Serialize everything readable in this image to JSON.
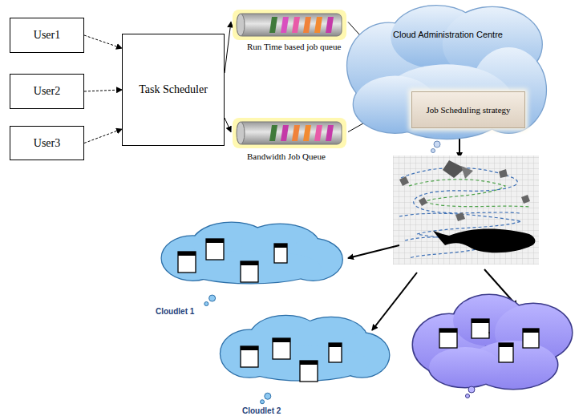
{
  "diagram": {
    "nodes": [
      {
        "text": [
          "User1"
        ]
      },
      {
        "text": [
          "User2"
        ]
      },
      {
        "text": [
          "User3"
        ]
      },
      {
        "text": [
          "Task Scheduler"
        ]
      },
      {
        "text": [
          "Run Time based job queue"
        ]
      },
      {
        "text": [
          "Bandwidth Job Queue"
        ]
      },
      {
        "text": [
          "Cloud Administration Centre"
        ]
      },
      {
        "text": [
          "Job Scheduling strategy"
        ],
        "in": 6
      },
      {
        "text": [
          "Cloudlet 1"
        ]
      },
      {
        "text": [
          "Cloudlet 2"
        ]
      }
    ],
    "edges": [
      {
        "from": 0,
        "to": 3,
        "arrow": "to"
      },
      {
        "from": 1,
        "to": 3,
        "arrow": "to"
      },
      {
        "from": 2,
        "to": 3,
        "arrow": "to"
      },
      {
        "from": 3,
        "to": 4,
        "arrow": "to"
      },
      {
        "from": 3,
        "to": 5,
        "arrow": "to"
      },
      {
        "from": 4,
        "to": 6,
        "arrow": "to"
      },
      {
        "from": 5,
        "to": 6,
        "arrow": "to"
      }
    ]
  }
}
